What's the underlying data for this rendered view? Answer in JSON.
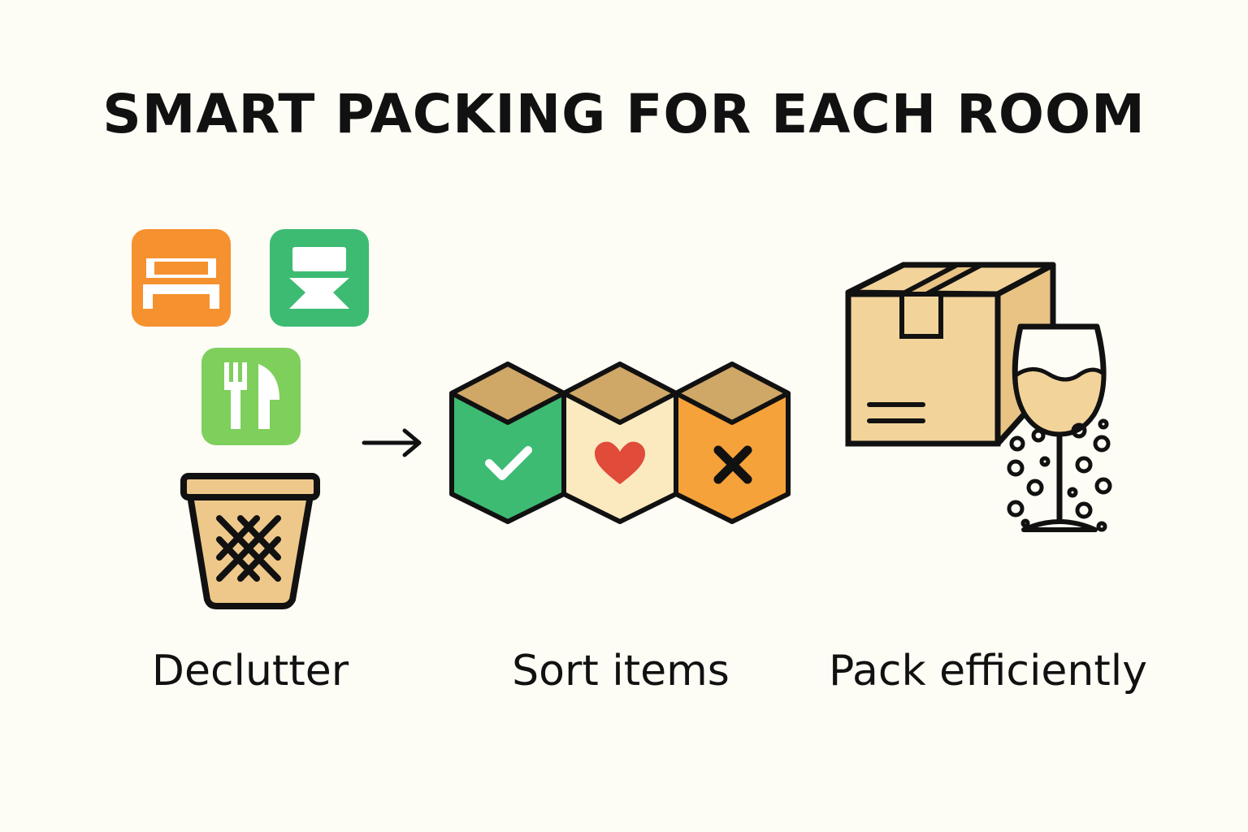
{
  "title": "SMART PACKING FOR EACH ROOM",
  "steps": [
    {
      "label": "Declutter"
    },
    {
      "label": "Sort items"
    },
    {
      "label": "Pack efficiently"
    }
  ],
  "room_icons": [
    "bed-icon",
    "bathroom-icon",
    "kitchen-icon"
  ],
  "sort_boxes": [
    "checkmark-icon",
    "heart-icon",
    "x-mark-icon"
  ],
  "colors": {
    "background": "#fdfcf5",
    "bedroom": "#f5912f",
    "bathroom": "#3dbb72",
    "kitchen": "#7fcf5c",
    "cardboard": "#f2d39a",
    "cardboard_top": "#cfa766",
    "keep": "#3dbb72",
    "sentimental": "#fbe9c0",
    "discard": "#f5a23a",
    "heart": "#e04b3a",
    "outline": "#111111"
  }
}
